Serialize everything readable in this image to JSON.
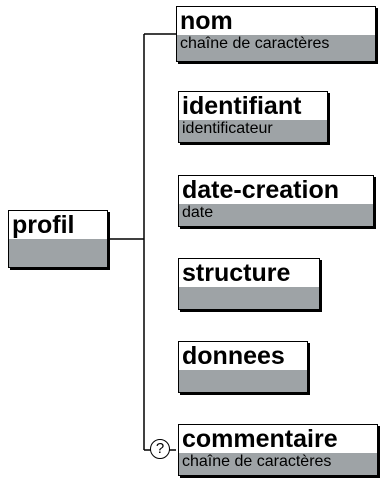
{
  "root": {
    "name": "profil"
  },
  "children": [
    {
      "name": "nom",
      "type": "chaîne de caractères",
      "optional": false
    },
    {
      "name": "identifiant",
      "type": "identificateur",
      "optional": false
    },
    {
      "name": "date-creation",
      "type": "date",
      "optional": false
    },
    {
      "name": "structure",
      "type": "",
      "optional": false
    },
    {
      "name": "donnees",
      "type": "",
      "optional": false
    },
    {
      "name": "commentaire",
      "type": "chaîne de caractères",
      "optional": true
    }
  ],
  "optional_symbol": "?",
  "colors": {
    "box_fill": "#9ea3a6",
    "label_fill": "#ffffff",
    "border": "#000000"
  }
}
